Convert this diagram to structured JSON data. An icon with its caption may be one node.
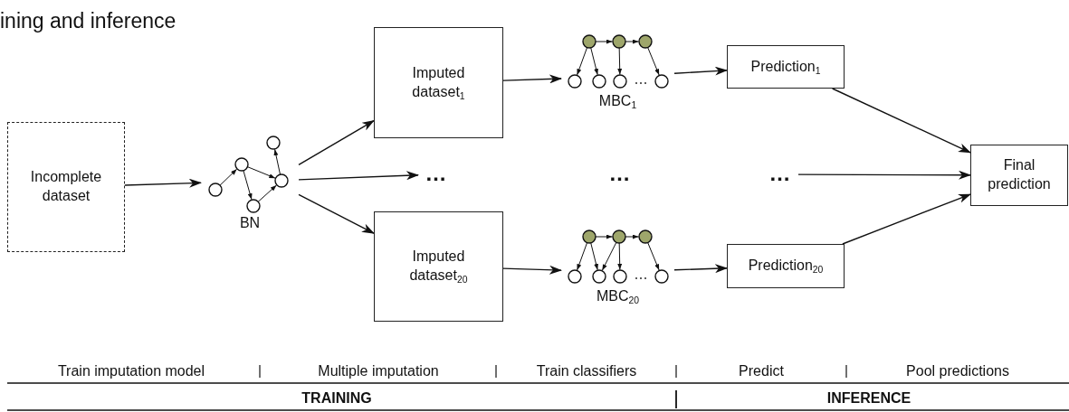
{
  "diagram": {
    "title": "ining and inference",
    "nodes": [
      {
        "text": [
          "Incomplete dataset"
        ]
      },
      {
        "text": [
          "BN"
        ]
      },
      {
        "text": [
          "Imputed dataset$_{1}$"
        ]
      },
      {
        "text": [
          "…"
        ]
      },
      {
        "text": [
          "Imputed dataset$_{20}$"
        ]
      },
      {
        "text": [
          "MBC$_{1}$"
        ]
      },
      {
        "text": [
          "…"
        ]
      },
      {
        "text": [
          "MBC$_{20}$"
        ]
      },
      {
        "text": [
          "Prediction$_{1}$"
        ]
      },
      {
        "text": [
          "…"
        ]
      },
      {
        "text": [
          "Prediction$_{20}$"
        ]
      },
      {
        "text": [
          "Final prediction"
        ]
      }
    ],
    "edges": [
      {
        "from": 0,
        "to": 1,
        "arrow": "to"
      },
      {
        "from": 1,
        "to": 2,
        "arrow": "to"
      },
      {
        "from": 1,
        "to": 3,
        "arrow": "to"
      },
      {
        "from": 1,
        "to": 4,
        "arrow": "to"
      },
      {
        "from": 2,
        "to": 5,
        "arrow": "to"
      },
      {
        "from": 4,
        "to": 7,
        "arrow": "to"
      },
      {
        "from": 5,
        "to": 8,
        "arrow": "to"
      },
      {
        "from": 7,
        "to": 10,
        "arrow": "to"
      },
      {
        "from": 8,
        "to": 11,
        "arrow": "to"
      },
      {
        "from": 9,
        "to": 11,
        "arrow": "to"
      },
      {
        "from": 10,
        "to": 11,
        "arrow": "to"
      }
    ],
    "labels": [
      "Train imputation model",
      "Multiple imputation",
      "Train classifiers",
      "Predict",
      "Pool predictions",
      "TRAINING",
      "INFERENCE"
    ]
  }
}
